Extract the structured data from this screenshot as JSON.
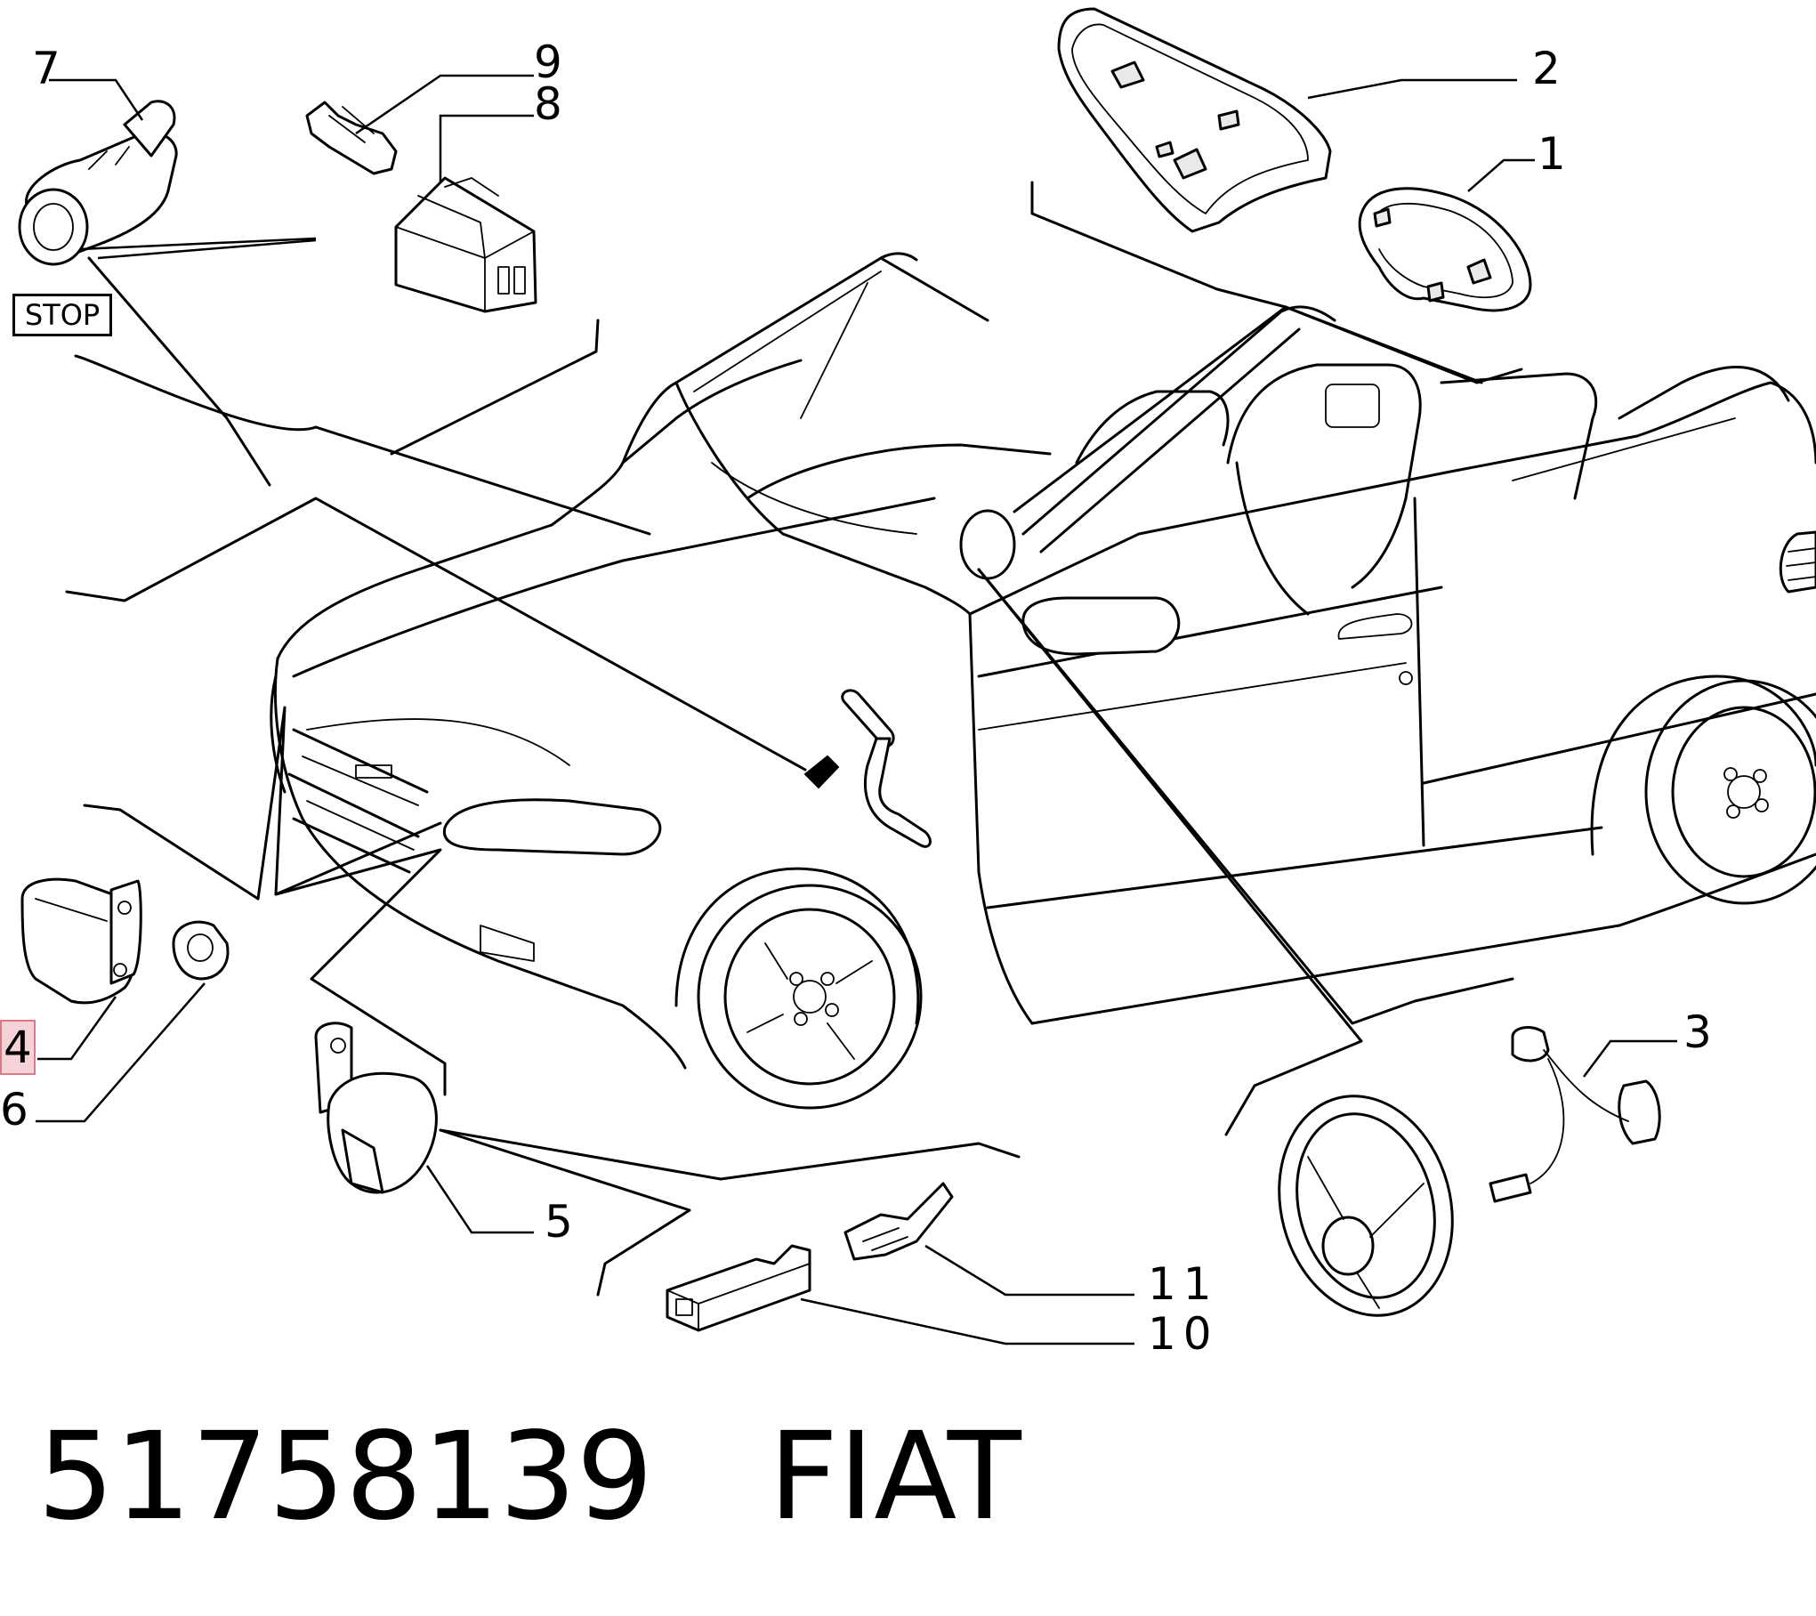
{
  "callouts": {
    "n1": "1",
    "n2": "2",
    "n3": "3",
    "n4": "4",
    "n5": "5",
    "n6": "6",
    "n7": "7",
    "n8": "8",
    "n9": "9",
    "n10": "10",
    "n11": "11"
  },
  "stop_label": "STOP",
  "highlighted_callout": "4",
  "colors": {
    "line": "#000000",
    "background": "#ffffff",
    "highlight": "#f6d3d8"
  },
  "footer": {
    "part_number": "51758139",
    "brand": "FIAT"
  }
}
